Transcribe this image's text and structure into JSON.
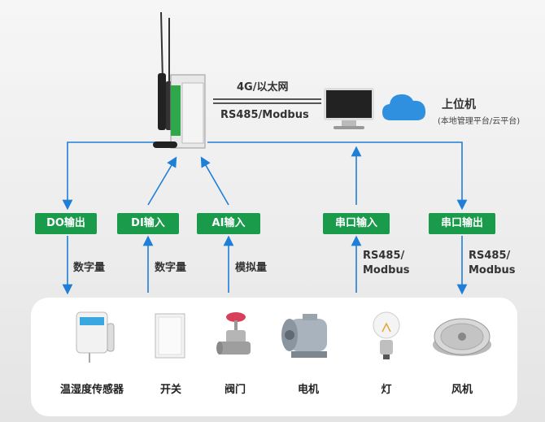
{
  "network": {
    "link_top": "4G/以太网",
    "link_bottom": "RS485/Modbus"
  },
  "host": {
    "title": "上位机",
    "subtitle": "(本地管理平台/云平台)"
  },
  "channels": [
    {
      "label": "DO输出",
      "signal": "数字量"
    },
    {
      "label": "DI输入",
      "signal": "数字量"
    },
    {
      "label": "AI输入",
      "signal": "模拟量"
    },
    {
      "label": "串口输入",
      "signal": "RS485/ Modbus"
    },
    {
      "label": "串口输出",
      "signal": "RS485/ Modbus"
    }
  ],
  "devices": [
    {
      "name": "温湿度传感器",
      "icon": "temp-humidity-sensor-icon"
    },
    {
      "name": "开关",
      "icon": "switch-icon"
    },
    {
      "name": "阀门",
      "icon": "valve-icon"
    },
    {
      "name": "电机",
      "icon": "motor-icon"
    },
    {
      "name": "灯",
      "icon": "bulb-icon"
    },
    {
      "name": "风机",
      "icon": "fan-icon"
    }
  ],
  "colors": {
    "arrow": "#1f7fd6",
    "pill": "#1a9b4b",
    "cloud": "#2f90e0"
  }
}
